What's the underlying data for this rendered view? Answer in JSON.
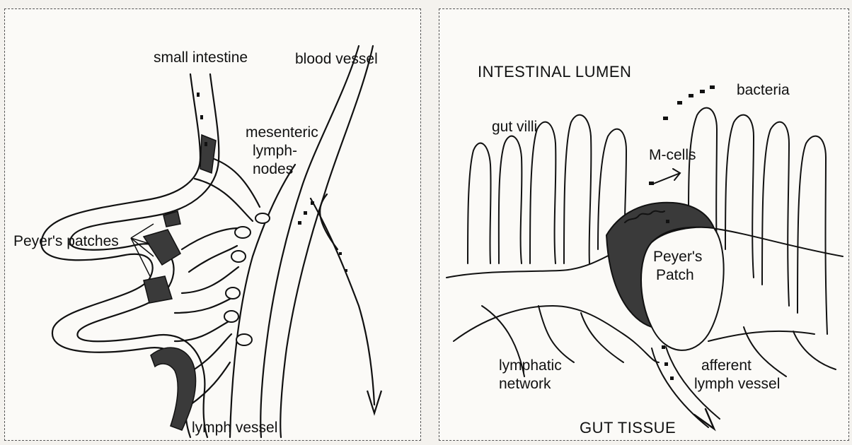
{
  "left_panel": {
    "labels": {
      "small_intestine": "small intestine",
      "blood_vessel": "blood vessel",
      "mesenteric_lymph_nodes_1": "mesenteric",
      "mesenteric_lymph_nodes_2": "lymph-",
      "mesenteric_lymph_nodes_3": "nodes",
      "peyers_patches": "Peyer's patches",
      "lymph_vessel": "lymph vessel"
    }
  },
  "right_panel": {
    "labels": {
      "intestinal_lumen": "INTESTINAL LUMEN",
      "bacteria": "bacteria",
      "gut_villi": "gut villi",
      "m_cells": "M-cells",
      "peyers_patch_1": "Peyer's",
      "peyers_patch_2": "Patch",
      "lymphatic_network_1": "lymphatic",
      "lymphatic_network_2": "network",
      "afferent_lymph_vessel_1": "afferent",
      "afferent_lymph_vessel_2": "lymph vessel",
      "gut_tissue": "GUT TISSUE"
    }
  },
  "colors": {
    "ink": "#111111",
    "patch_fill": "#3a3a3a",
    "paper": "#fbfaf7"
  }
}
